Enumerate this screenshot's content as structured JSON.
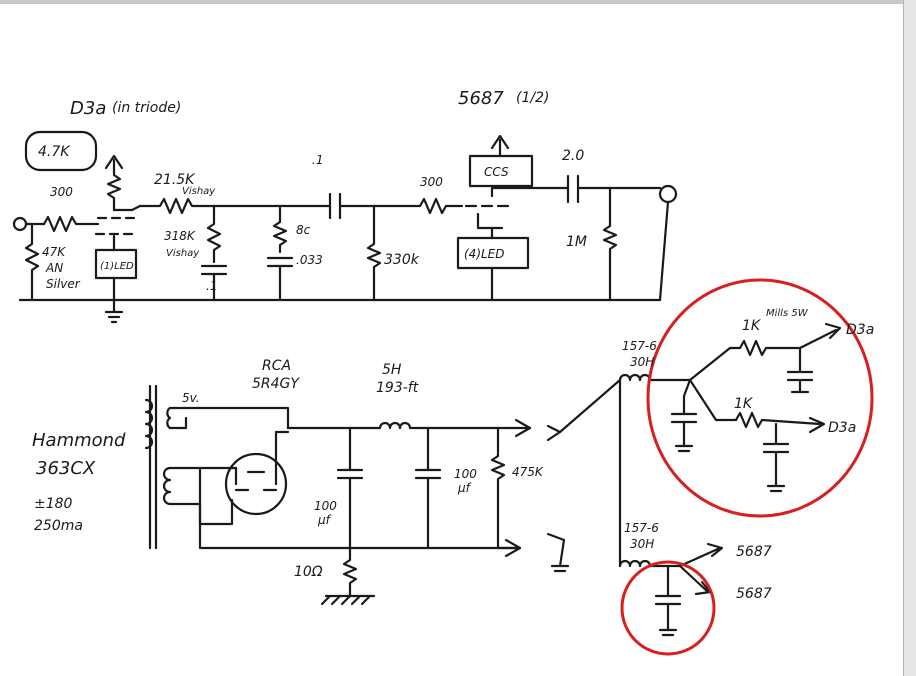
{
  "triode_title": {
    "prefix": "D3a",
    "note": "(in triode)"
  },
  "output_tube": {
    "name": "5687",
    "note": "(1/2)"
  },
  "top_stage": {
    "cathode_r_callout": "4.7K",
    "plate_r": "300",
    "input_resistor": "47K",
    "input_resistor_note_line1": "AN",
    "input_resistor_note_line2": "Silver",
    "cathode_led": "(1)LED",
    "series_r": "21.5K",
    "series_r_brand": "Vishay",
    "shunt_r": "318K",
    "shunt_r_brand": "Vishay",
    "shunt_c": ".1",
    "coupling_c": ".1",
    "rc_r": "8c",
    "rc_c": ".033",
    "grid_r": "330k",
    "grid_stopper": "300",
    "ccs_label": "CCS",
    "output_led": "(4)LED",
    "output_c": "2.0",
    "output_r": "1M"
  },
  "power_supply": {
    "rectifier_brand": "RCA",
    "rectifier_tube": "5R4GY",
    "choke_h": "5H",
    "choke_ohm": "193-ft",
    "heater_label": "5v.",
    "transformer_brand": "Hammond",
    "transformer_model": "363CX",
    "transformer_volts": "±180",
    "transformer_current": "250ma",
    "cap1_value": "100",
    "cap1_unit": "µf",
    "cap2_value": "100",
    "cap2_unit": "µf",
    "bleeder_r": "475K",
    "ground_r": "10Ω"
  },
  "branch_supply": {
    "choke1_model": "157-6",
    "choke1_h": "30H",
    "r1_value": "1K",
    "r1_brand": "Mills 5W",
    "r1_dest": "D3a",
    "r2_value": "1K",
    "r2_dest": "D3a",
    "choke2_model": "157-6",
    "choke2_h": "30H",
    "out1_dest": "5687",
    "out2_dest": "5687"
  },
  "colors": {
    "ink": "#1a1a1a",
    "markup": "#d42020",
    "paper": "#ffffff"
  }
}
